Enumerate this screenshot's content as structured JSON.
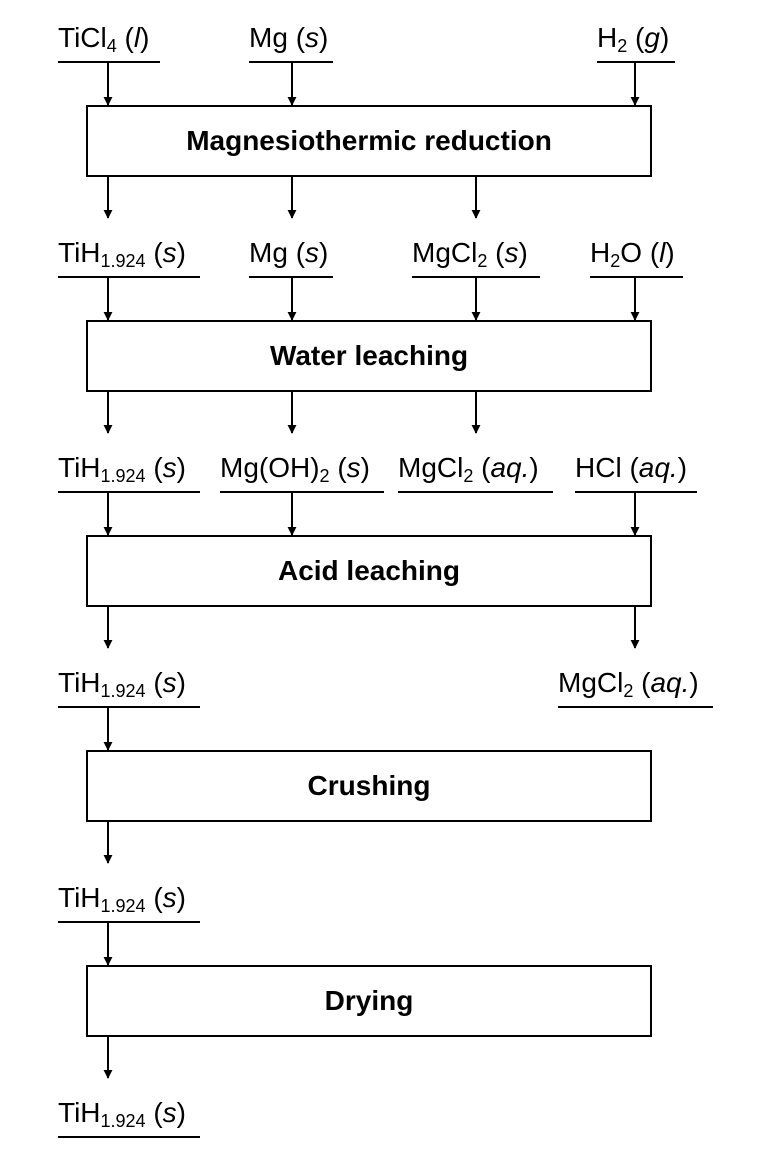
{
  "steps": [
    {
      "name": "Magnesiothermic reduction"
    },
    {
      "name": "Water leaching"
    },
    {
      "name": "Acid leaching"
    },
    {
      "name": "Crushing"
    },
    {
      "name": "Drying"
    }
  ],
  "inputs": {
    "reduction": [
      {
        "formula": "TiCl",
        "sub": "4",
        "rest": "",
        "state": "l"
      },
      {
        "formula": "Mg",
        "sub": "",
        "rest": "",
        "state": "s"
      },
      {
        "formula": "H",
        "sub": "2",
        "rest": "",
        "state": "g"
      }
    ],
    "water": [
      {
        "formula": "TiH",
        "sub": "1.924",
        "rest": "",
        "state": "s"
      },
      {
        "formula": "Mg",
        "sub": "",
        "rest": "",
        "state": "s"
      },
      {
        "formula": "MgCl",
        "sub": "2",
        "rest": "",
        "state": "s"
      },
      {
        "formula": "H",
        "sub": "2",
        "rest": "O",
        "state": "l"
      }
    ],
    "acid": [
      {
        "formula": "TiH",
        "sub": "1.924",
        "rest": "",
        "state": "s"
      },
      {
        "formula": "Mg(OH)",
        "sub": "2",
        "rest": "",
        "state": "s"
      },
      {
        "formula": "MgCl",
        "sub": "2",
        "rest": "",
        "state": "aq."
      },
      {
        "formula": "HCl",
        "sub": "",
        "rest": "",
        "state": "aq."
      }
    ],
    "crushing": [
      {
        "formula": "TiH",
        "sub": "1.924",
        "rest": "",
        "state": "s"
      },
      {
        "formula": "MgCl",
        "sub": "2",
        "rest": "",
        "state": "aq."
      }
    ],
    "drying": [
      {
        "formula": "TiH",
        "sub": "1.924",
        "rest": "",
        "state": "s"
      }
    ],
    "product": [
      {
        "formula": "TiH",
        "sub": "1.924",
        "rest": "",
        "state": "s"
      }
    ]
  }
}
